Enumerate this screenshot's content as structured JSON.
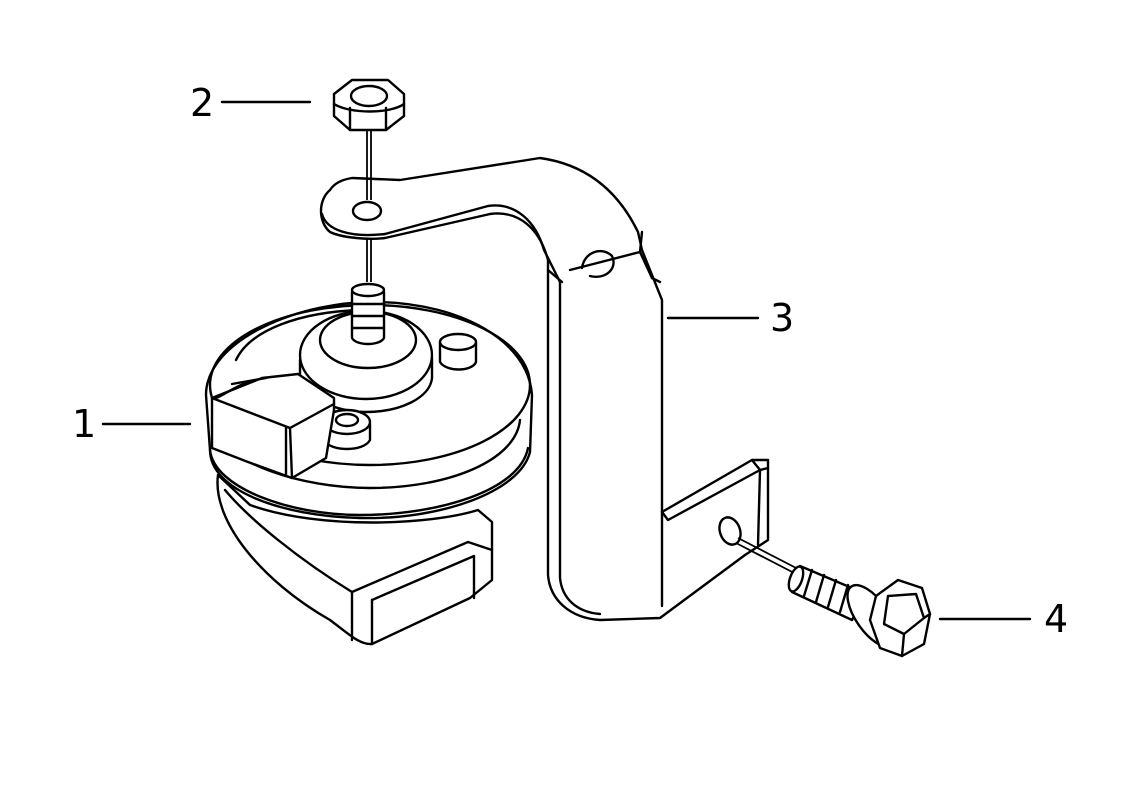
{
  "callouts": {
    "horn": "1",
    "nut": "2",
    "bracket": "3",
    "bolt": "4"
  }
}
